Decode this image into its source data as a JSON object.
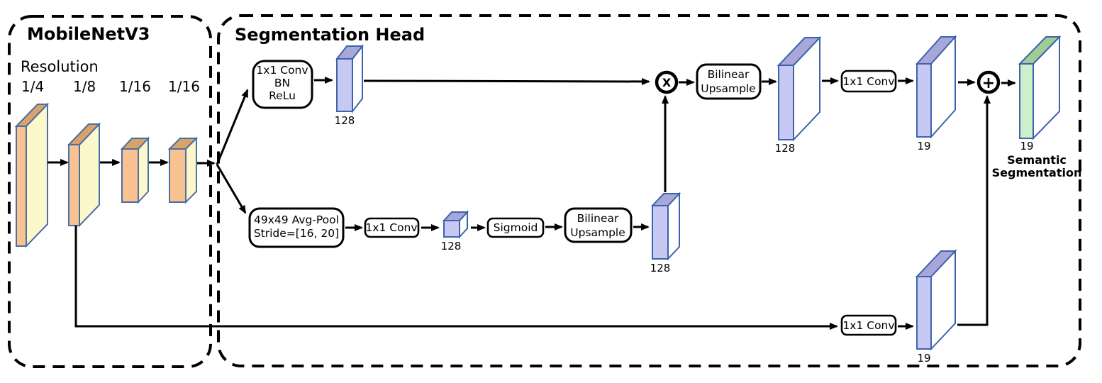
{
  "backbone": {
    "title": "MobileNetV3",
    "resolution_label": "Resolution",
    "resolutions": [
      "1/4",
      "1/8",
      "1/16",
      "1/16"
    ]
  },
  "head": {
    "title": "Segmentation Head",
    "nodes": {
      "conv_bn_relu": {
        "line1": "1x1 Conv",
        "line2": "BN",
        "line3": "ReLu"
      },
      "avg_pool": {
        "line1": "49x49 Avg-Pool",
        "line2": "Stride=[16, 20]"
      },
      "conv_mid": {
        "label": "1x1 Conv"
      },
      "sigmoid": {
        "label": "Sigmoid"
      },
      "bilinear_mid": {
        "line1": "Bilinear",
        "line2": "Upsample"
      },
      "bilinear_top": {
        "line1": "Bilinear",
        "line2": "Upsample"
      },
      "conv_top": {
        "label": "1x1 Conv"
      },
      "conv_bottom": {
        "label": "1x1 Conv"
      }
    },
    "ops": {
      "multiply": "X",
      "add": "+"
    },
    "tensors": {
      "t128_top": "128",
      "t128_cube": "128",
      "t128_mid": "128",
      "t128_big": "128",
      "t19_top": "19",
      "t19_out": "19",
      "t19_bottom": "19"
    },
    "output": {
      "line1": "Semantic",
      "line2": "Segmentation"
    }
  },
  "colors": {
    "title_accent": "#7173ee",
    "output_red": "#e8262a",
    "backbone_front": "#f8c291",
    "backbone_top": "#d9a269",
    "backbone_side": "#fdf8cc",
    "backbone_outline": "#4a6fa5",
    "lavender_front": "#c7c9f2",
    "lavender_top": "#a7a7d9",
    "lavender_outline": "#3e63ae",
    "green_front": "#cdf0cb",
    "green_top": "#a0cc96",
    "white_face": "#ffffff"
  }
}
